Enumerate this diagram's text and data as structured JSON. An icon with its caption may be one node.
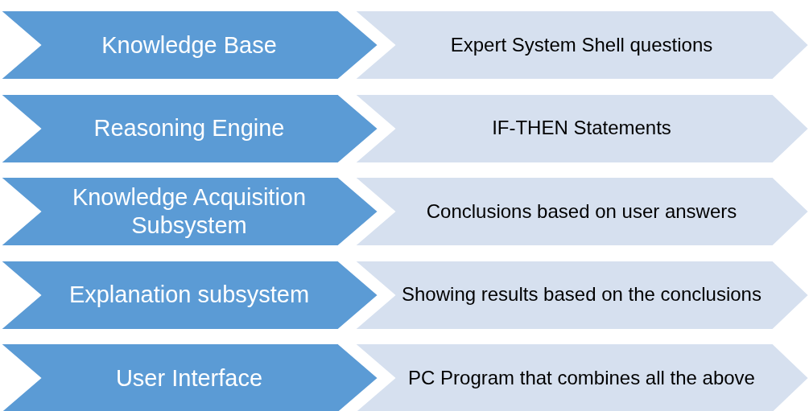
{
  "diagram": {
    "nodes": [
      {
        "text": [
          "Knowledge Base"
        ]
      },
      {
        "text": [
          "Expert System Shell questions"
        ]
      },
      {
        "text": [
          "Reasoning Engine"
        ]
      },
      {
        "text": [
          "IF-THEN Statements"
        ]
      },
      {
        "text": [
          "Knowledge Acquisition Subsystem"
        ]
      },
      {
        "text": [
          "Conclusions based on user answers"
        ]
      },
      {
        "text": [
          "Explanation subsystem"
        ]
      },
      {
        "text": [
          "Showing results based on the conclusions"
        ]
      },
      {
        "text": [
          "User Interface"
        ]
      },
      {
        "text": [
          "PC Program that combines all the above"
        ]
      }
    ]
  }
}
